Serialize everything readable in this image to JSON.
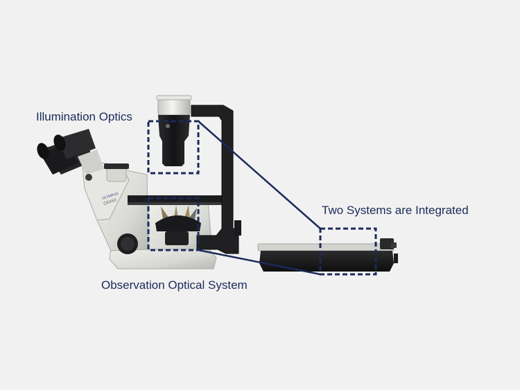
{
  "labels": {
    "illumination": "Illumination Optics",
    "observation": "Observation Optical System",
    "integrated": "Two Systems are Integrated"
  },
  "brand": {
    "maker": "OLYMPUS",
    "model": "CKX53"
  },
  "colors": {
    "background": "#f1f1f1",
    "callout": "#1b2a5a",
    "body_light": "#dcddd8",
    "frame_dark": "#1c1c1e"
  }
}
